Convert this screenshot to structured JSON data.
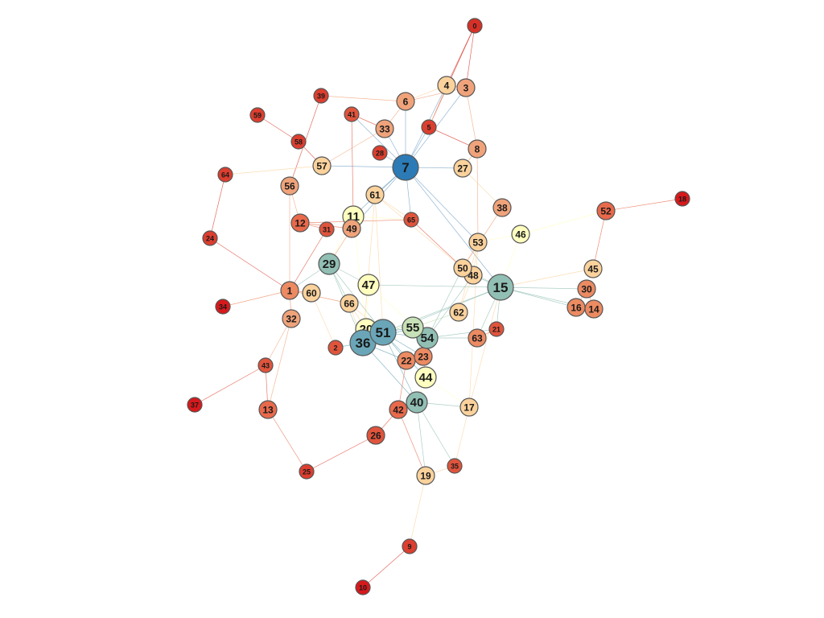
{
  "graph": {
    "nodes": [
      {
        "id": "0",
        "color": "#d73027",
        "size": 1
      },
      {
        "id": "1",
        "color": "#ec8a62",
        "size": 2
      },
      {
        "id": "2",
        "color": "#e0543c",
        "size": 1
      },
      {
        "id": "3",
        "color": "#f0a37a",
        "size": 2
      },
      {
        "id": "4",
        "color": "#fbd29c",
        "size": 2
      },
      {
        "id": "5",
        "color": "#dc3e2f",
        "size": 1
      },
      {
        "id": "6",
        "color": "#f0a37a",
        "size": 2
      },
      {
        "id": "7",
        "color": "#2c7bb6",
        "size": 4
      },
      {
        "id": "8",
        "color": "#f0a37a",
        "size": 2
      },
      {
        "id": "9",
        "color": "#dc3e2f",
        "size": 1
      },
      {
        "id": "10",
        "color": "#d7191c",
        "size": 1
      },
      {
        "id": "11",
        "color": "#ffffbf",
        "size": 3
      },
      {
        "id": "12",
        "color": "#e8694b",
        "size": 2
      },
      {
        "id": "13",
        "color": "#e8694b",
        "size": 2
      },
      {
        "id": "14",
        "color": "#ec8a62",
        "size": 2
      },
      {
        "id": "15",
        "color": "#91bfb4",
        "size": 4
      },
      {
        "id": "16",
        "color": "#ec8a62",
        "size": 2
      },
      {
        "id": "17",
        "color": "#fbd29c",
        "size": 2
      },
      {
        "id": "18",
        "color": "#d7191c",
        "size": 1
      },
      {
        "id": "19",
        "color": "#fbd29c",
        "size": 2
      },
      {
        "id": "20",
        "color": "#ffffbf",
        "size": 3
      },
      {
        "id": "21",
        "color": "#e0543c",
        "size": 1
      },
      {
        "id": "22",
        "color": "#ec8a62",
        "size": 2
      },
      {
        "id": "23",
        "color": "#ec8a62",
        "size": 2
      },
      {
        "id": "24",
        "color": "#dc3e2f",
        "size": 1
      },
      {
        "id": "25",
        "color": "#dc3e2f",
        "size": 1
      },
      {
        "id": "26",
        "color": "#e0543c",
        "size": 2
      },
      {
        "id": "27",
        "color": "#fbd29c",
        "size": 2
      },
      {
        "id": "28",
        "color": "#dc3e2f",
        "size": 1
      },
      {
        "id": "29",
        "color": "#91bfb4",
        "size": 3
      },
      {
        "id": "30",
        "color": "#ec8a62",
        "size": 2
      },
      {
        "id": "31",
        "color": "#e0543c",
        "size": 1
      },
      {
        "id": "32",
        "color": "#f0a37a",
        "size": 2
      },
      {
        "id": "33",
        "color": "#f0a37a",
        "size": 2
      },
      {
        "id": "34",
        "color": "#d7191c",
        "size": 1
      },
      {
        "id": "35",
        "color": "#e0543c",
        "size": 1
      },
      {
        "id": "36",
        "color": "#6aa6b8",
        "size": 4
      },
      {
        "id": "37",
        "color": "#d7191c",
        "size": 1
      },
      {
        "id": "38",
        "color": "#f0a37a",
        "size": 2
      },
      {
        "id": "39",
        "color": "#dc3e2f",
        "size": 1
      },
      {
        "id": "40",
        "color": "#91bfb4",
        "size": 3
      },
      {
        "id": "41",
        "color": "#e0543c",
        "size": 1
      },
      {
        "id": "42",
        "color": "#e8694b",
        "size": 2
      },
      {
        "id": "43",
        "color": "#e0543c",
        "size": 1
      },
      {
        "id": "44",
        "color": "#ffffbf",
        "size": 3
      },
      {
        "id": "45",
        "color": "#fbd29c",
        "size": 2
      },
      {
        "id": "46",
        "color": "#ffffbf",
        "size": 2
      },
      {
        "id": "47",
        "color": "#ffffbf",
        "size": 3
      },
      {
        "id": "48",
        "color": "#fbd29c",
        "size": 2
      },
      {
        "id": "49",
        "color": "#f0a37a",
        "size": 2
      },
      {
        "id": "50",
        "color": "#fbd29c",
        "size": 2
      },
      {
        "id": "51",
        "color": "#6aa6b8",
        "size": 4
      },
      {
        "id": "52",
        "color": "#e8694b",
        "size": 2
      },
      {
        "id": "53",
        "color": "#fbd29c",
        "size": 2
      },
      {
        "id": "54",
        "color": "#91bfb4",
        "size": 3
      },
      {
        "id": "55",
        "color": "#c7e2b6",
        "size": 3
      },
      {
        "id": "56",
        "color": "#f0a37a",
        "size": 2
      },
      {
        "id": "57",
        "color": "#fbd29c",
        "size": 2
      },
      {
        "id": "58",
        "color": "#dc3e2f",
        "size": 1
      },
      {
        "id": "59",
        "color": "#dc3e2f",
        "size": 1
      },
      {
        "id": "60",
        "color": "#fbd29c",
        "size": 2
      },
      {
        "id": "61",
        "color": "#fbd29c",
        "size": 2
      },
      {
        "id": "62",
        "color": "#fbd29c",
        "size": 2
      },
      {
        "id": "63",
        "color": "#ec8a62",
        "size": 2
      },
      {
        "id": "64",
        "color": "#dc3e2f",
        "size": 1
      },
      {
        "id": "65",
        "color": "#e0543c",
        "size": 1
      },
      {
        "id": "66",
        "color": "#fbd29c",
        "size": 2
      }
    ],
    "edges": [
      [
        "0",
        "3"
      ],
      [
        "0",
        "4"
      ],
      [
        "0",
        "5"
      ],
      [
        "3",
        "4"
      ],
      [
        "3",
        "6"
      ],
      [
        "3",
        "8"
      ],
      [
        "4",
        "6"
      ],
      [
        "4",
        "7"
      ],
      [
        "4",
        "5"
      ],
      [
        "3",
        "7"
      ],
      [
        "6",
        "7"
      ],
      [
        "5",
        "7"
      ],
      [
        "5",
        "8"
      ],
      [
        "6",
        "39"
      ],
      [
        "6",
        "33"
      ],
      [
        "39",
        "56"
      ],
      [
        "59",
        "58"
      ],
      [
        "58",
        "57"
      ],
      [
        "41",
        "33"
      ],
      [
        "41",
        "7"
      ],
      [
        "41",
        "11"
      ],
      [
        "33",
        "7"
      ],
      [
        "33",
        "57"
      ],
      [
        "28",
        "7"
      ],
      [
        "57",
        "7"
      ],
      [
        "57",
        "64"
      ],
      [
        "64",
        "24"
      ],
      [
        "24",
        "1"
      ],
      [
        "56",
        "1"
      ],
      [
        "56",
        "12"
      ],
      [
        "12",
        "49"
      ],
      [
        "12",
        "65"
      ],
      [
        "12",
        "31"
      ],
      [
        "31",
        "1"
      ],
      [
        "7",
        "61"
      ],
      [
        "7",
        "11"
      ],
      [
        "7",
        "49"
      ],
      [
        "7",
        "65"
      ],
      [
        "7",
        "27"
      ],
      [
        "7",
        "15"
      ],
      [
        "7",
        "53"
      ],
      [
        "8",
        "27"
      ],
      [
        "8",
        "53"
      ],
      [
        "27",
        "38"
      ],
      [
        "38",
        "50"
      ],
      [
        "46",
        "53"
      ],
      [
        "46",
        "52"
      ],
      [
        "46",
        "15"
      ],
      [
        "52",
        "18"
      ],
      [
        "52",
        "45"
      ],
      [
        "45",
        "15"
      ],
      [
        "15",
        "30"
      ],
      [
        "15",
        "16"
      ],
      [
        "15",
        "14"
      ],
      [
        "30",
        "14"
      ],
      [
        "30",
        "16"
      ],
      [
        "15",
        "47"
      ],
      [
        "15",
        "48"
      ],
      [
        "15",
        "50"
      ],
      [
        "15",
        "21"
      ],
      [
        "15",
        "63"
      ],
      [
        "15",
        "36"
      ],
      [
        "15",
        "51"
      ],
      [
        "61",
        "50"
      ],
      [
        "61",
        "51"
      ],
      [
        "61",
        "36"
      ],
      [
        "11",
        "29"
      ],
      [
        "11",
        "49"
      ],
      [
        "11",
        "65"
      ],
      [
        "11",
        "20"
      ],
      [
        "49",
        "29"
      ],
      [
        "29",
        "47"
      ],
      [
        "29",
        "66"
      ],
      [
        "29",
        "36"
      ],
      [
        "29",
        "51"
      ],
      [
        "29",
        "1"
      ],
      [
        "1",
        "34"
      ],
      [
        "1",
        "60"
      ],
      [
        "1",
        "32"
      ],
      [
        "1",
        "66"
      ],
      [
        "60",
        "2"
      ],
      [
        "32",
        "43"
      ],
      [
        "32",
        "13"
      ],
      [
        "43",
        "37"
      ],
      [
        "43",
        "13"
      ],
      [
        "13",
        "25"
      ],
      [
        "25",
        "26"
      ],
      [
        "26",
        "42"
      ],
      [
        "66",
        "36"
      ],
      [
        "66",
        "51"
      ],
      [
        "66",
        "20"
      ],
      [
        "47",
        "54"
      ],
      [
        "47",
        "20"
      ],
      [
        "20",
        "36"
      ],
      [
        "20",
        "51"
      ],
      [
        "20",
        "55"
      ],
      [
        "51",
        "36"
      ],
      [
        "51",
        "55"
      ],
      [
        "51",
        "54"
      ],
      [
        "51",
        "22"
      ],
      [
        "51",
        "23"
      ],
      [
        "51",
        "40"
      ],
      [
        "51",
        "44"
      ],
      [
        "36",
        "22"
      ],
      [
        "36",
        "40"
      ],
      [
        "36",
        "2"
      ],
      [
        "36",
        "55"
      ],
      [
        "55",
        "54"
      ],
      [
        "55",
        "23"
      ],
      [
        "55",
        "62"
      ],
      [
        "54",
        "48"
      ],
      [
        "54",
        "63"
      ],
      [
        "54",
        "21"
      ],
      [
        "54",
        "23"
      ],
      [
        "54",
        "50"
      ],
      [
        "22",
        "23"
      ],
      [
        "23",
        "44"
      ],
      [
        "44",
        "40"
      ],
      [
        "44",
        "17"
      ],
      [
        "40",
        "42"
      ],
      [
        "40",
        "19"
      ],
      [
        "40",
        "35"
      ],
      [
        "40",
        "17"
      ],
      [
        "42",
        "22"
      ],
      [
        "42",
        "19"
      ],
      [
        "17",
        "35"
      ],
      [
        "17",
        "15"
      ],
      [
        "19",
        "35"
      ],
      [
        "19",
        "9"
      ],
      [
        "9",
        "10"
      ],
      [
        "62",
        "48"
      ],
      [
        "62",
        "53"
      ],
      [
        "48",
        "53"
      ],
      [
        "48",
        "50"
      ],
      [
        "50",
        "53"
      ],
      [
        "63",
        "21"
      ],
      [
        "53",
        "17"
      ],
      [
        "61",
        "65"
      ],
      [
        "65",
        "50"
      ]
    ]
  }
}
